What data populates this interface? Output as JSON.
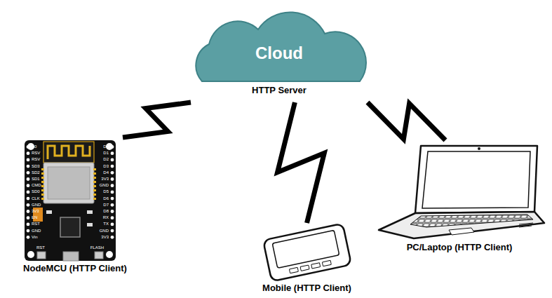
{
  "diagram": {
    "nodes": [
      {
        "text": [
          "Cloud",
          "HTTP Server"
        ]
      },
      {
        "text": [
          "NodeMCU (HTTP Client)"
        ]
      },
      {
        "text": [
          "Mobile (HTTP Client)"
        ]
      },
      {
        "text": [
          "PC/Laptop (HTTP Client)"
        ]
      }
    ],
    "edges": [
      {
        "from": 0,
        "to": 1,
        "arrow": "none"
      },
      {
        "from": 0,
        "to": 2,
        "arrow": "none"
      },
      {
        "from": 0,
        "to": 3,
        "arrow": "none"
      }
    ],
    "labels": [
      "A0",
      "RSV",
      "RSV",
      "SD3",
      "SD2",
      "SD1",
      "CMD",
      "SD0",
      "CLK",
      "GND",
      "3V3",
      "EN",
      "RST",
      "GND",
      "Vin",
      "D0",
      "D1",
      "D2",
      "D3",
      "D4",
      "3V3",
      "GND",
      "D5",
      "D6",
      "D7",
      "D8",
      "RX",
      "TX",
      "GND",
      "3V3",
      "RST",
      "FLASH"
    ]
  }
}
